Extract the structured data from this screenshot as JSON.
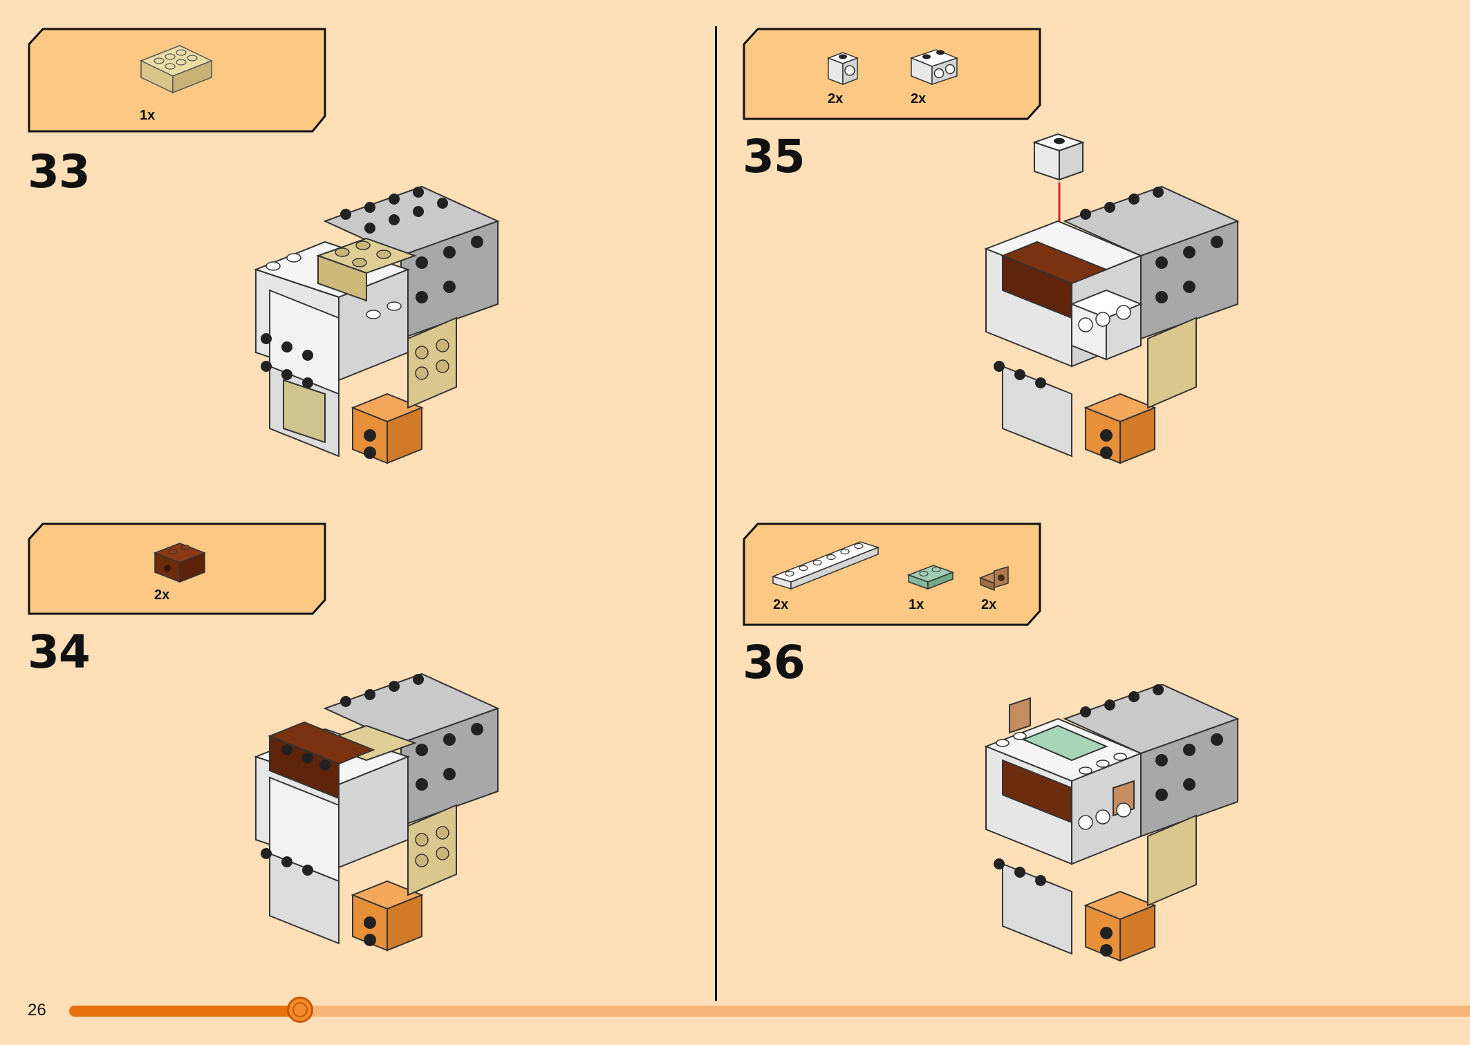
{
  "page_number": "26",
  "progress": 0.165,
  "colors": {
    "background": "#ffdfb8",
    "parts_box": "#fdc884",
    "progress_fill": "#e8700f",
    "progress_track": "#f8b477"
  },
  "steps": [
    {
      "number": "33",
      "parts": [
        {
          "name": "tan-brick-2x3-icon",
          "qty": "1x"
        }
      ]
    },
    {
      "number": "34",
      "parts": [
        {
          "name": "brown-technic-brick-1x2-icon",
          "qty": "2x"
        }
      ]
    },
    {
      "number": "35",
      "parts": [
        {
          "name": "white-technic-brick-1x1-icon",
          "qty": "2x"
        },
        {
          "name": "white-technic-brick-1x2-icon",
          "qty": "2x"
        }
      ]
    },
    {
      "number": "36",
      "parts": [
        {
          "name": "white-plate-1x6-icon",
          "qty": "2x"
        },
        {
          "name": "sand-green-plate-1x2-icon",
          "qty": "1x"
        },
        {
          "name": "tan-bracket-icon",
          "qty": "2x"
        }
      ]
    }
  ]
}
